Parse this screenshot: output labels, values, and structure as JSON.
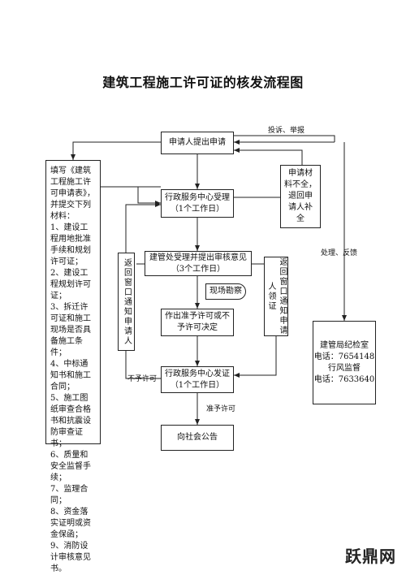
{
  "title": "建筑工程施工许可证的核发流程图",
  "nodes": {
    "applicant": "申请人提出申请",
    "accept_title": "行政服务中心受理",
    "accept_days": "（1个工作日）",
    "review_title": "建管处受理并提出审核意见",
    "review_days": "（3个工作日）",
    "site": "现场勘察",
    "decision_line1": "作出准予许可或不",
    "decision_line2": "予许可决定",
    "issue_title": "行政服务中心发证",
    "issue_days": "（1个工作日）",
    "announce": "向社会公告",
    "incomplete": "申请材\n料不全，\n退回申\n请人补\n全",
    "return_left": "返回窗口通知申请人",
    "return_right": "返回窗口通知申请人领证",
    "supervision_l1": "建管局纪检室",
    "supervision_l2": "电话：7654148",
    "supervision_l3": "行风监督",
    "supervision_l4": "电话：7633640",
    "materials": "填写《建筑工程施工许可申请表》，并提交下列材料：\n1、建设工程用地批准手续和规划许可证；\n2、建设工程规划许可证；\n3、拆迁许可证和施工现场是否具备施工条件；\n4、中标通知书和施工合同；\n5、施工图纸审查合格书和抗震设防审查证书；\n6、质量和安全监督手续；\n7、监理合同；\n8、资金落实证明或资金保函；\n9、消防设计审核意见书。"
  },
  "labels": {
    "complaint": "投诉、举报",
    "handle": "处理、反馈",
    "deny": "不予许可",
    "grant": "准予许可"
  },
  "watermark": "跃鼎网"
}
